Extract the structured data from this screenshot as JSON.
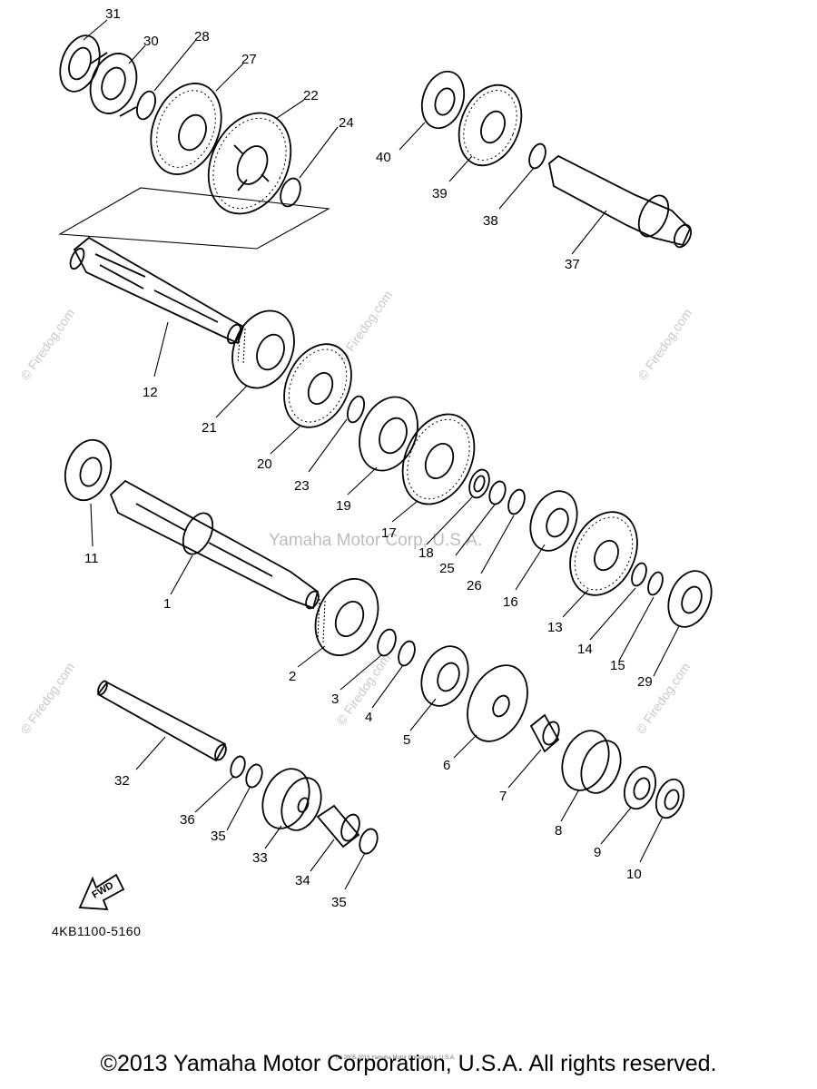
{
  "diagram": {
    "reference_code": "4KB1100-5160",
    "direction_marker": "FWD",
    "copyright": "©2013 Yamaha Motor Corporation, U.S.A. All rights reserved.",
    "fine_print": "(c) 2005-2013 Yamaha Motor Corporation, U.S.A.",
    "watermarks": [
      "© Firedog.com",
      "Yamaha Motor Corp, U.S.A."
    ],
    "parts": [
      {
        "id": "p1",
        "label": "1"
      },
      {
        "id": "p2",
        "label": "2"
      },
      {
        "id": "p3",
        "label": "3"
      },
      {
        "id": "p4",
        "label": "4"
      },
      {
        "id": "p5",
        "label": "5"
      },
      {
        "id": "p6",
        "label": "6"
      },
      {
        "id": "p7",
        "label": "7"
      },
      {
        "id": "p8",
        "label": "8"
      },
      {
        "id": "p9",
        "label": "9"
      },
      {
        "id": "p10",
        "label": "10"
      },
      {
        "id": "p11",
        "label": "11"
      },
      {
        "id": "p12",
        "label": "12"
      },
      {
        "id": "p13",
        "label": "13"
      },
      {
        "id": "p14",
        "label": "14"
      },
      {
        "id": "p15",
        "label": "15"
      },
      {
        "id": "p16",
        "label": "16"
      },
      {
        "id": "p17",
        "label": "17"
      },
      {
        "id": "p18",
        "label": "18"
      },
      {
        "id": "p19",
        "label": "19"
      },
      {
        "id": "p20",
        "label": "20"
      },
      {
        "id": "p21",
        "label": "21"
      },
      {
        "id": "p22",
        "label": "22"
      },
      {
        "id": "p23",
        "label": "23"
      },
      {
        "id": "p24",
        "label": "24"
      },
      {
        "id": "p25",
        "label": "25"
      },
      {
        "id": "p26",
        "label": "26"
      },
      {
        "id": "p27",
        "label": "27"
      },
      {
        "id": "p28",
        "label": "28"
      },
      {
        "id": "p29",
        "label": "29"
      },
      {
        "id": "p30",
        "label": "30"
      },
      {
        "id": "p31",
        "label": "31"
      },
      {
        "id": "p32",
        "label": "32"
      },
      {
        "id": "p33",
        "label": "33"
      },
      {
        "id": "p34",
        "label": "34"
      },
      {
        "id": "p35a",
        "label": "35"
      },
      {
        "id": "p35b",
        "label": "35"
      },
      {
        "id": "p36",
        "label": "36"
      },
      {
        "id": "p37",
        "label": "37"
      },
      {
        "id": "p38",
        "label": "38"
      },
      {
        "id": "p39",
        "label": "39"
      },
      {
        "id": "p40",
        "label": "40"
      }
    ]
  }
}
